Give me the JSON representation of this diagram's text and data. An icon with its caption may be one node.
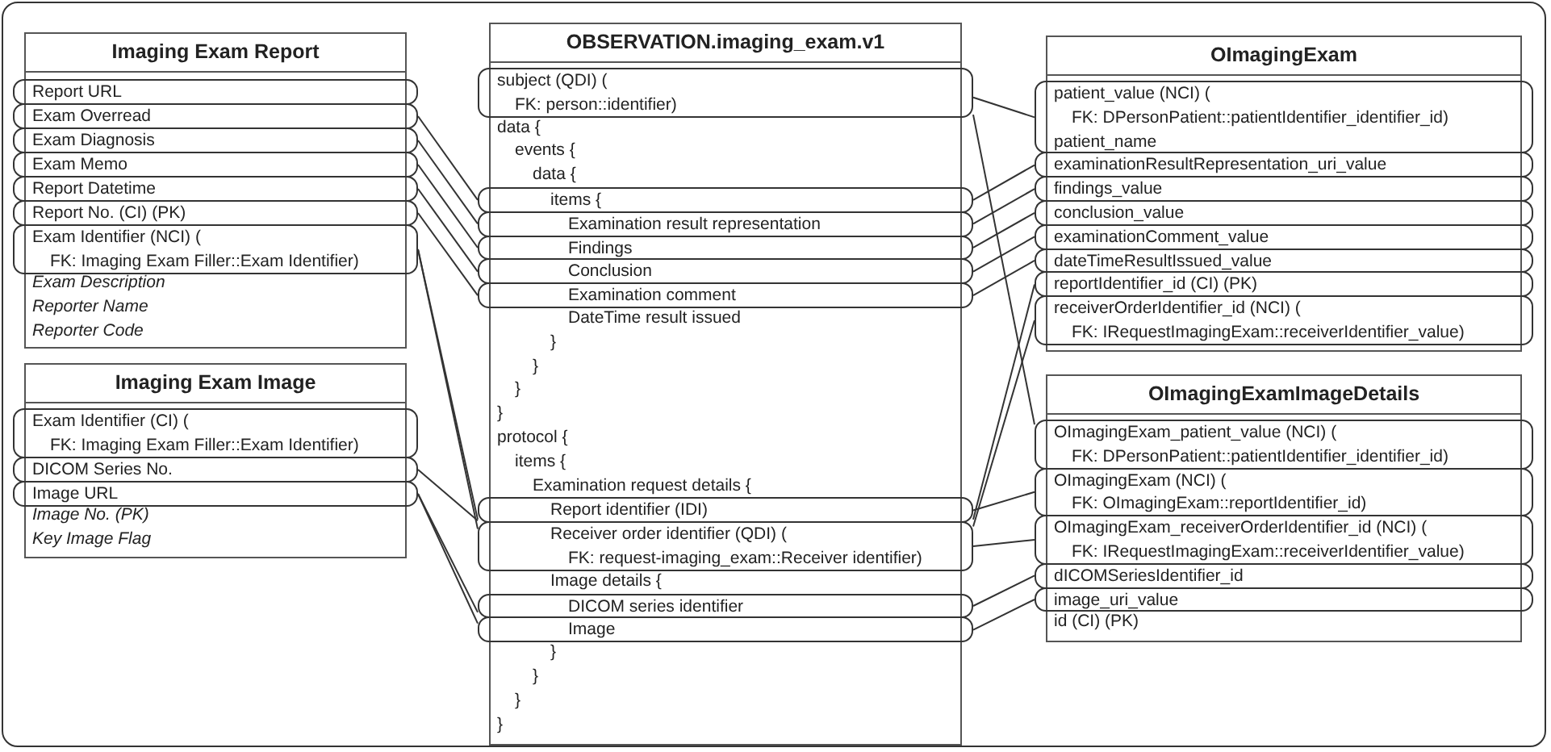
{
  "diagram": {
    "nodes": [
      {
        "text": [
          "Imaging Exam Report",
          "Exam Description",
          "Reporter Name",
          "Reporter Code"
        ]
      },
      {
        "text": [
          "Report URL"
        ],
        "in": 0
      },
      {
        "text": [
          "Exam Overread"
        ],
        "in": 0
      },
      {
        "text": [
          "Exam Diagnosis"
        ],
        "in": 0
      },
      {
        "text": [
          "Exam Memo"
        ],
        "in": 0
      },
      {
        "text": [
          "Report Datetime"
        ],
        "in": 0
      },
      {
        "text": [
          "Report No. (CI) (PK)"
        ],
        "in": 0
      },
      {
        "text": [
          "Exam Identifier (NCI) (",
          "FK: Imaging Exam Filler::Exam Identifier)"
        ],
        "in": 0
      },
      {
        "text": [
          "Imaging Exam Image",
          "Image No. (PK)",
          "Key Image Flag"
        ]
      },
      {
        "text": [
          "Exam Identifier (CI) (",
          "FK: Imaging Exam Filler::Exam Identifier)"
        ],
        "in": 8
      },
      {
        "text": [
          "DICOM Series No."
        ],
        "in": 8
      },
      {
        "text": [
          "Image URL"
        ],
        "in": 8
      },
      {
        "text": [
          "OBSERVATION.imaging_exam.v1",
          "data {",
          "events {",
          "data {",
          "DateTime result issued",
          "}",
          "}",
          "}",
          "}",
          "protocol {",
          "items {",
          "Examination request details {",
          "Image details {",
          "}",
          "}",
          "}",
          "}"
        ]
      },
      {
        "text": [
          "subject (QDI) (",
          "FK: person::identifier)"
        ],
        "in": 12
      },
      {
        "text": [
          "items {"
        ],
        "in": 12
      },
      {
        "text": [
          "Examination result representation"
        ],
        "in": 12
      },
      {
        "text": [
          "Findings"
        ],
        "in": 12
      },
      {
        "text": [
          "Conclusion"
        ],
        "in": 12
      },
      {
        "text": [
          "Examination comment"
        ],
        "in": 12
      },
      {
        "text": [
          "Report identifier (IDI)"
        ],
        "in": 12
      },
      {
        "text": [
          "Receiver order identifier (QDI) (",
          "FK: request-imaging_exam::Receiver identifier)"
        ],
        "in": 12
      },
      {
        "text": [
          "DICOM series identifier"
        ],
        "in": 12
      },
      {
        "text": [
          "Image"
        ],
        "in": 12
      },
      {
        "text": [
          "OImagingExam"
        ]
      },
      {
        "text": [
          "patient_value (NCI) (",
          "FK: DPersonPatient::patientIdentifier_identifier_id)",
          "patient_name"
        ],
        "in": 23
      },
      {
        "text": [
          "examinationResultRepresentation_uri_value"
        ],
        "in": 23
      },
      {
        "text": [
          "findings_value"
        ],
        "in": 23
      },
      {
        "text": [
          "conclusion_value"
        ],
        "in": 23
      },
      {
        "text": [
          "examinationComment_value"
        ],
        "in": 23
      },
      {
        "text": [
          "dateTimeResultIssued_value"
        ],
        "in": 23
      },
      {
        "text": [
          "reportIdentifier_id (CI) (PK)"
        ],
        "in": 23
      },
      {
        "text": [
          "receiverOrderIdentifier_id (NCI) (",
          "FK: IRequestImagingExam::receiverIdentifier_value)"
        ],
        "in": 23
      },
      {
        "text": [
          "OImagingExamImageDetails",
          "id (CI) (PK)"
        ]
      },
      {
        "text": [
          "OImagingExam_patient_value (NCI) (",
          "FK: DPersonPatient::patientIdentifier_identifier_id)"
        ],
        "in": 32
      },
      {
        "text": [
          "OImagingExam (NCI) (",
          "FK: OImagingExam::reportIdentifier_id)"
        ],
        "in": 32
      },
      {
        "text": [
          "OImagingExam_receiverOrderIdentifier_id (NCI) (",
          "FK: IRequestImagingExam::receiverIdentifier_value)"
        ],
        "in": 32
      },
      {
        "text": [
          "dICOMSeriesIdentifier_id"
        ],
        "in": 32
      },
      {
        "text": [
          "image_uri_value"
        ],
        "in": 32
      }
    ],
    "edges": [
      {
        "from": 2,
        "to": 14,
        "arrow": "none"
      },
      {
        "from": 3,
        "to": 15,
        "arrow": "none"
      },
      {
        "from": 4,
        "to": 16,
        "arrow": "none"
      },
      {
        "from": 5,
        "to": 17,
        "arrow": "none"
      },
      {
        "from": 6,
        "to": 18,
        "arrow": "none"
      },
      {
        "from": 7,
        "to": 19,
        "arrow": "none"
      },
      {
        "from": 7,
        "to": 20,
        "arrow": "none"
      },
      {
        "from": 10,
        "to": 19,
        "arrow": "none"
      },
      {
        "from": 11,
        "to": 21,
        "arrow": "none"
      },
      {
        "from": 11,
        "to": 22,
        "arrow": "none"
      },
      {
        "from": 13,
        "to": 24,
        "arrow": "none"
      },
      {
        "from": 13,
        "to": 33,
        "arrow": "none"
      },
      {
        "from": 14,
        "to": 25,
        "arrow": "none"
      },
      {
        "from": 15,
        "to": 26,
        "arrow": "none"
      },
      {
        "from": 16,
        "to": 27,
        "arrow": "none"
      },
      {
        "from": 17,
        "to": 28,
        "arrow": "none"
      },
      {
        "from": 18,
        "to": 29,
        "arrow": "none"
      },
      {
        "from": 19,
        "to": 30,
        "arrow": "none"
      },
      {
        "from": 19,
        "to": 34,
        "arrow": "none"
      },
      {
        "from": 20,
        "to": 31,
        "arrow": "none"
      },
      {
        "from": 20,
        "to": 35,
        "arrow": "none"
      },
      {
        "from": 21,
        "to": 36,
        "arrow": "none"
      },
      {
        "from": 22,
        "to": 37,
        "arrow": "none"
      }
    ]
  }
}
